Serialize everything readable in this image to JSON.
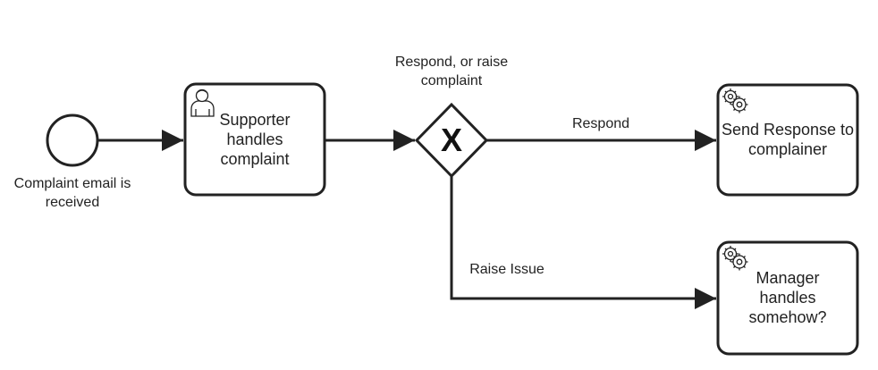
{
  "diagram": {
    "start_event": {
      "label": "Complaint email is received"
    },
    "tasks": [
      {
        "id": "supporter",
        "type": "user-task",
        "icon": "user-icon",
        "label": "Supporter handles complaint"
      },
      {
        "id": "send-response",
        "type": "service-task",
        "icon": "gears-icon",
        "label": "Send Response to complainer"
      },
      {
        "id": "manager",
        "type": "service-task",
        "icon": "gears-icon",
        "label": "Manager handles somehow?"
      }
    ],
    "gateway": {
      "type": "exclusive",
      "symbol": "X",
      "label": "Respond, or raise complaint"
    },
    "flows": {
      "respond": "Respond",
      "raise_issue": "Raise Issue"
    }
  },
  "colors": {
    "stroke": "#222222",
    "fill": "#ffffff"
  }
}
